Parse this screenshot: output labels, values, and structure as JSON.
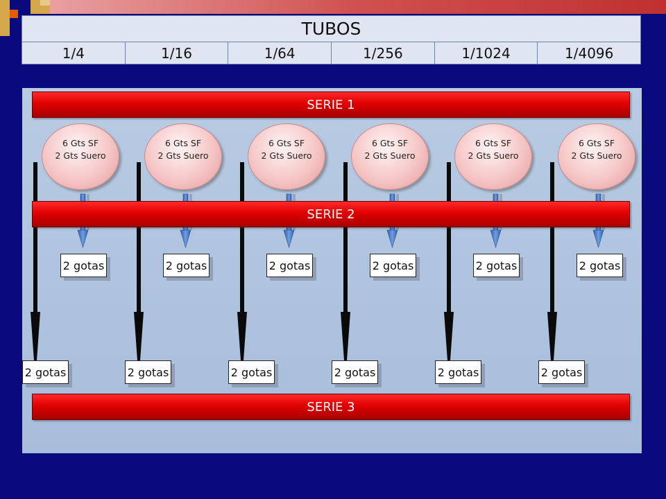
{
  "table": {
    "title": "TUBOS",
    "columns": [
      "1/4",
      "1/16",
      "1/64",
      "1/256",
      "1/1024",
      "1/4096"
    ]
  },
  "series": [
    "SERIE 1",
    "SERIE 2",
    "SERIE 3"
  ],
  "circle": {
    "line1": "6 Gts SF",
    "line2": "2 Gts Suero"
  },
  "box_label": "2 gotas",
  "colors": {
    "background": "#0a0a7e",
    "serie": "#e00000",
    "panel": "#b9cbe3",
    "arrow_blue": "#4a7fd0"
  }
}
